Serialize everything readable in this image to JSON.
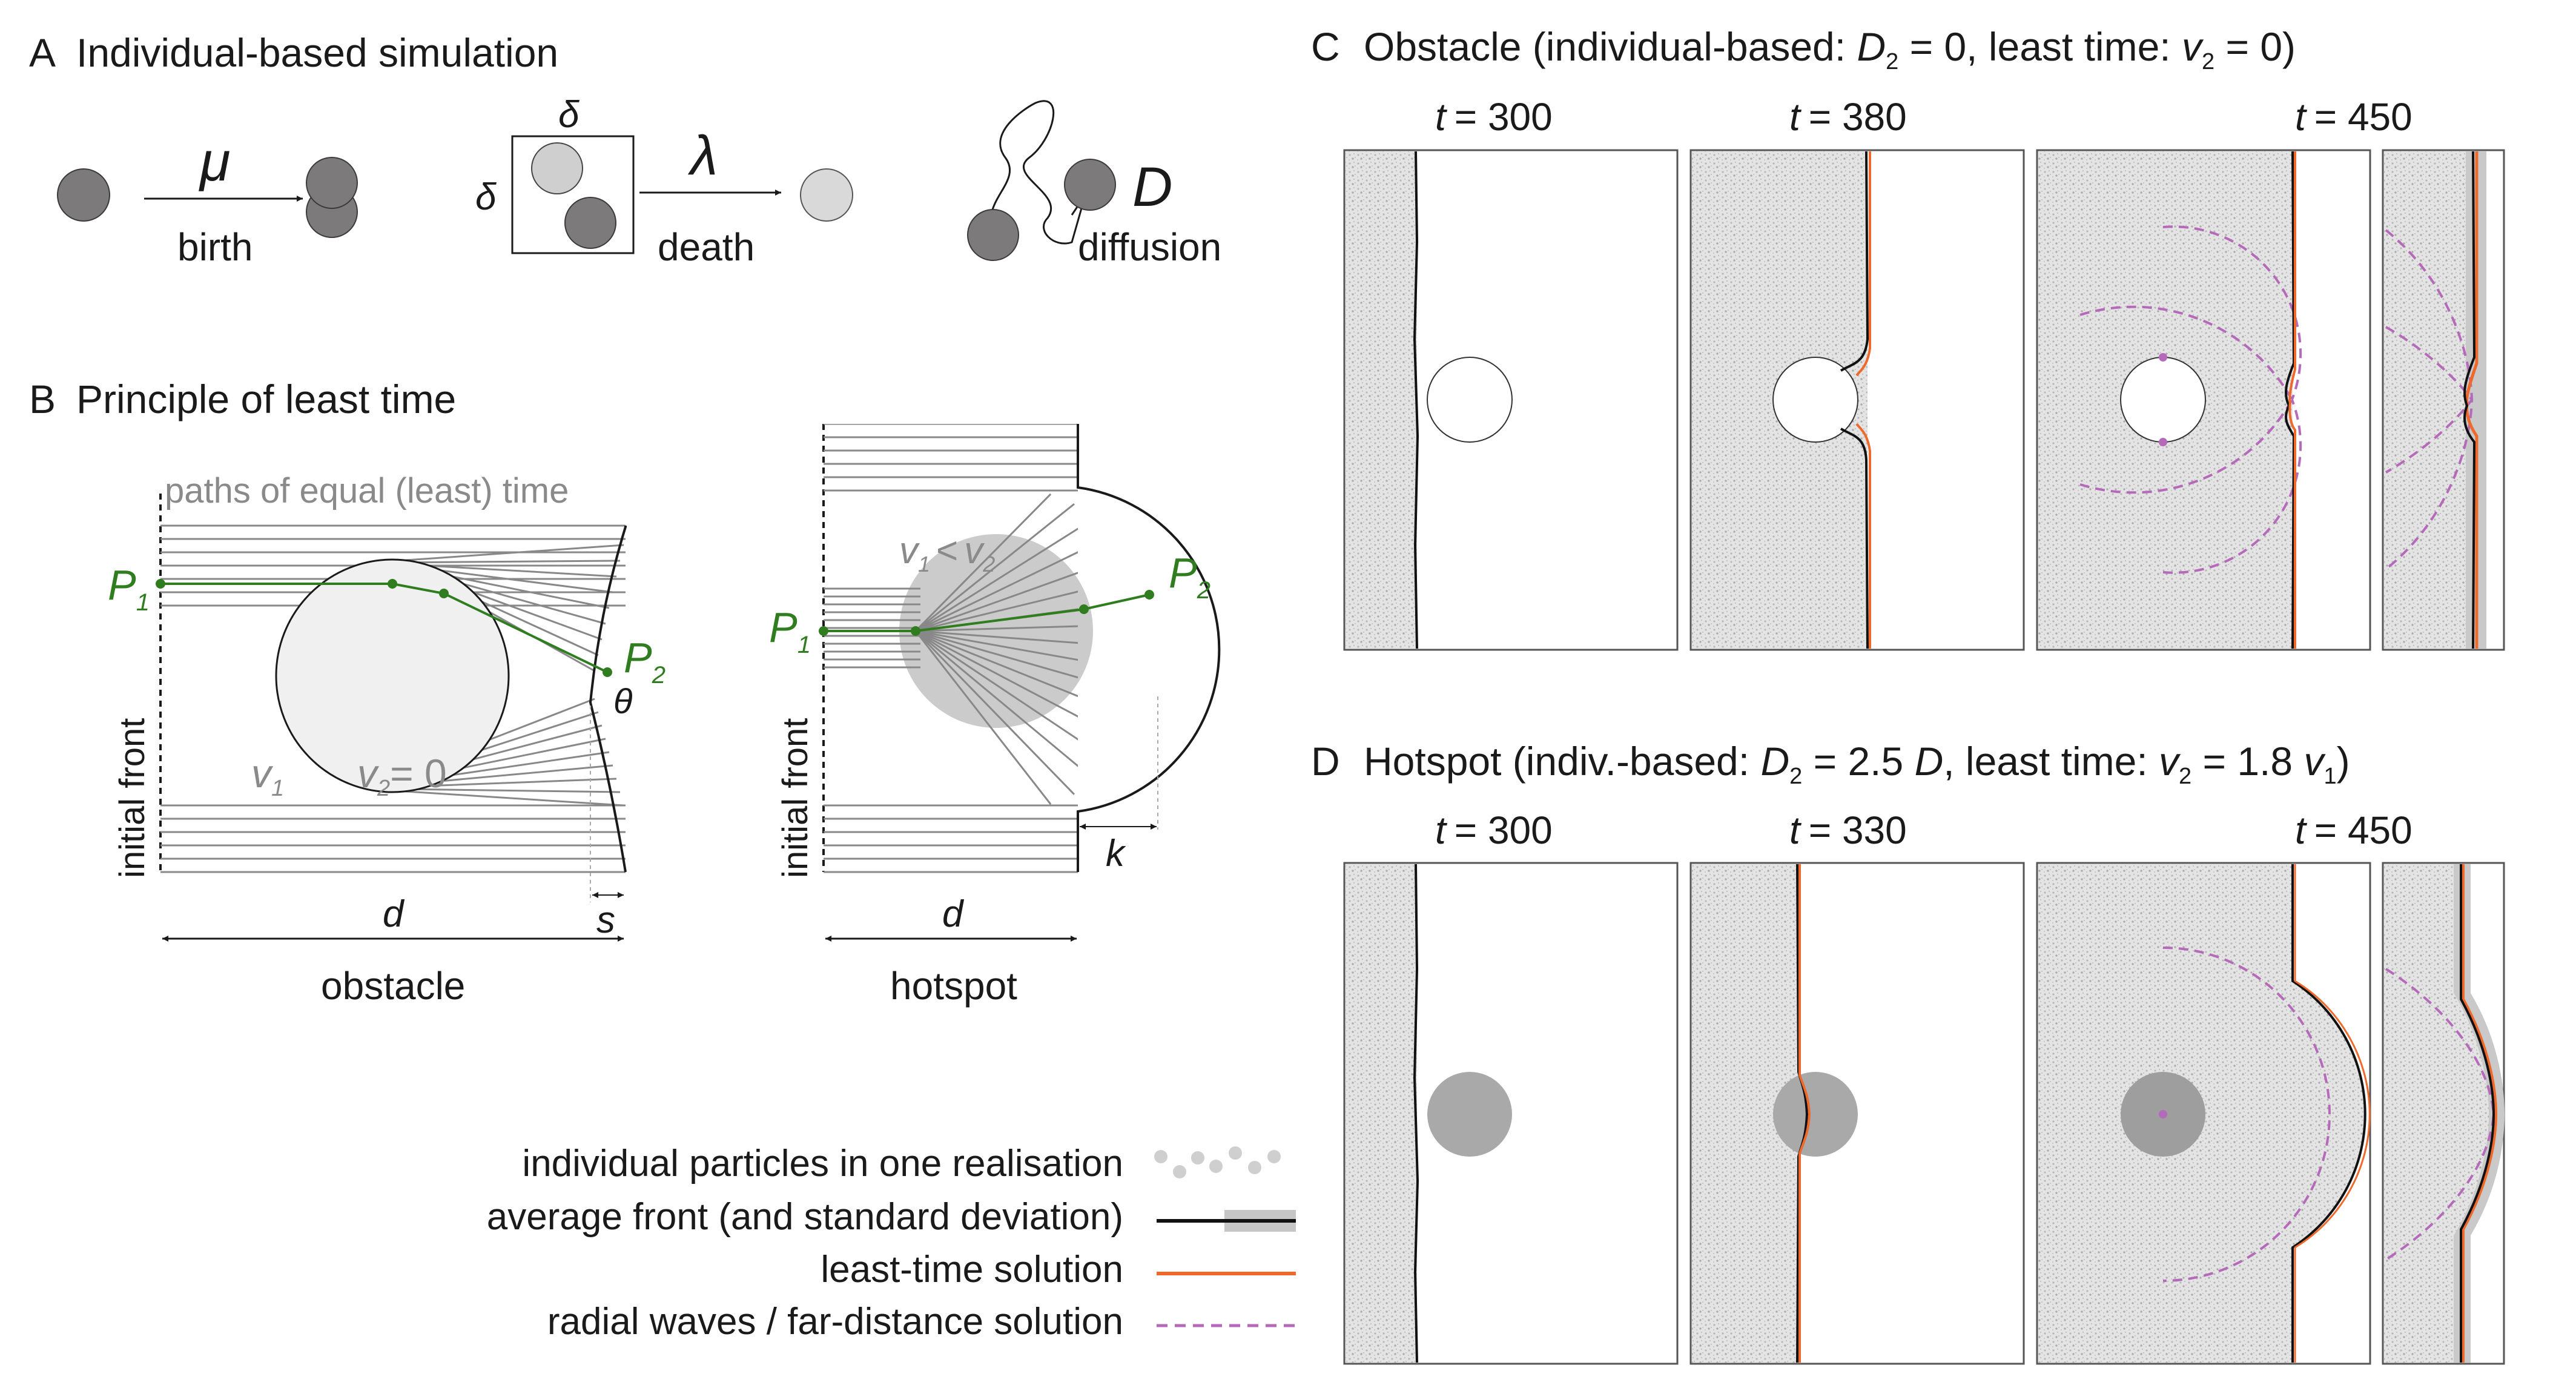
{
  "panels": {
    "a": {
      "letter": "A",
      "title": "Individual-based simulation",
      "birth": {
        "symbol": "μ",
        "label": "birth"
      },
      "death": {
        "box_symbol": "δ",
        "symbol": "λ",
        "label": "death"
      },
      "diffusion": {
        "symbol": "D",
        "label": "diffusion"
      }
    },
    "b": {
      "letter": "B",
      "title": "Principle of least time",
      "paths_label": "paths of equal (least) time",
      "obstacle": {
        "p1": "P",
        "p1_sub": "1",
        "p2": "P",
        "p2_sub": "2",
        "theta": "θ",
        "v1": "v",
        "v1_sub": "1",
        "v2": "v",
        "v2_sub": "2",
        "v2_value": "= 0",
        "front_label": "initial front",
        "d": "d",
        "s": "s",
        "caption": "obstacle"
      },
      "hotspot": {
        "p1": "P",
        "p1_sub": "1",
        "p2": "P",
        "p2_sub": "2",
        "v_rel_a": "v",
        "v_rel_a_sub": "1",
        "v_rel_op": "<",
        "v_rel_b": "v",
        "v_rel_b_sub": "2",
        "front_label": "initial front",
        "d": "d",
        "k": "k",
        "caption": "hotspot"
      }
    },
    "c": {
      "letter": "C",
      "title_pre": "Obstacle (individual-based: ",
      "title_var1": "D",
      "title_sub1": "2",
      "title_mid": " = 0, least time: ",
      "title_var2": "v",
      "title_sub2": "2",
      "title_post": " = 0)",
      "times": [
        {
          "var": "t",
          "value": "= 300"
        },
        {
          "var": "t",
          "value": "= 380"
        },
        {
          "var": "t",
          "value": "= 450"
        }
      ]
    },
    "d": {
      "letter": "D",
      "title_pre": "Hotspot (indiv.-based: ",
      "title_var1": "D",
      "title_sub1": "2",
      "title_mid": " = 2.5 ",
      "title_var1b": "D",
      "title_mid2": ", least time: ",
      "title_var2": "v",
      "title_sub2": "2",
      "title_mid3": " = 1.8 ",
      "title_var3": "v",
      "title_sub3": "1",
      "title_post": ")",
      "times": [
        {
          "var": "t",
          "value": "= 300"
        },
        {
          "var": "t",
          "value": "= 330"
        },
        {
          "var": "t",
          "value": "= 450"
        }
      ]
    }
  },
  "legend": [
    {
      "label": "individual particles in one realisation",
      "symbol": "particles"
    },
    {
      "label": "average front (and standard deviation)",
      "symbol": "black-line-grey-band"
    },
    {
      "label": "least-time solution",
      "symbol": "orange-line"
    },
    {
      "label": "radial waves / far-distance solution",
      "symbol": "purple-dashed-line"
    }
  ],
  "colors": {
    "particle_grey": "#7c7a7a",
    "particle_light": "#cfcfcf",
    "path_green": "#2f7d1f",
    "least_time_orange": "#ee6a2c",
    "radial_purple": "#b46ab8",
    "front_black": "#111111",
    "hotspot_grey": "#a9a9a9"
  }
}
